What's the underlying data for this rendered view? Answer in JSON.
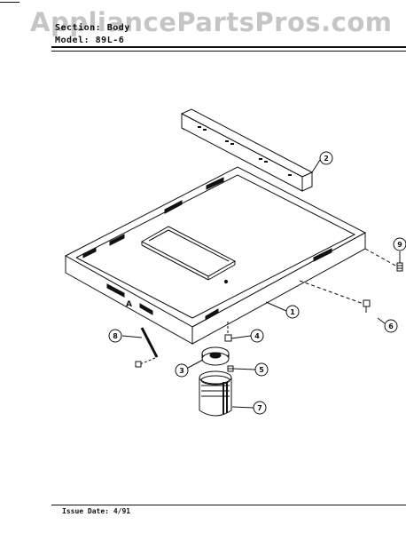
{
  "watermark": "AppliancePartsPros.com",
  "header": {
    "section_label": "Section:",
    "section_value": "Body",
    "model_label": "Model:",
    "model_value": "89L-6"
  },
  "callouts": [
    "2",
    "9",
    "1",
    "6",
    "8",
    "4",
    "3",
    "5",
    "7"
  ],
  "diagram_letter": "A",
  "footer": {
    "issue_label": "Issue Date:",
    "issue_value": "4/91"
  }
}
